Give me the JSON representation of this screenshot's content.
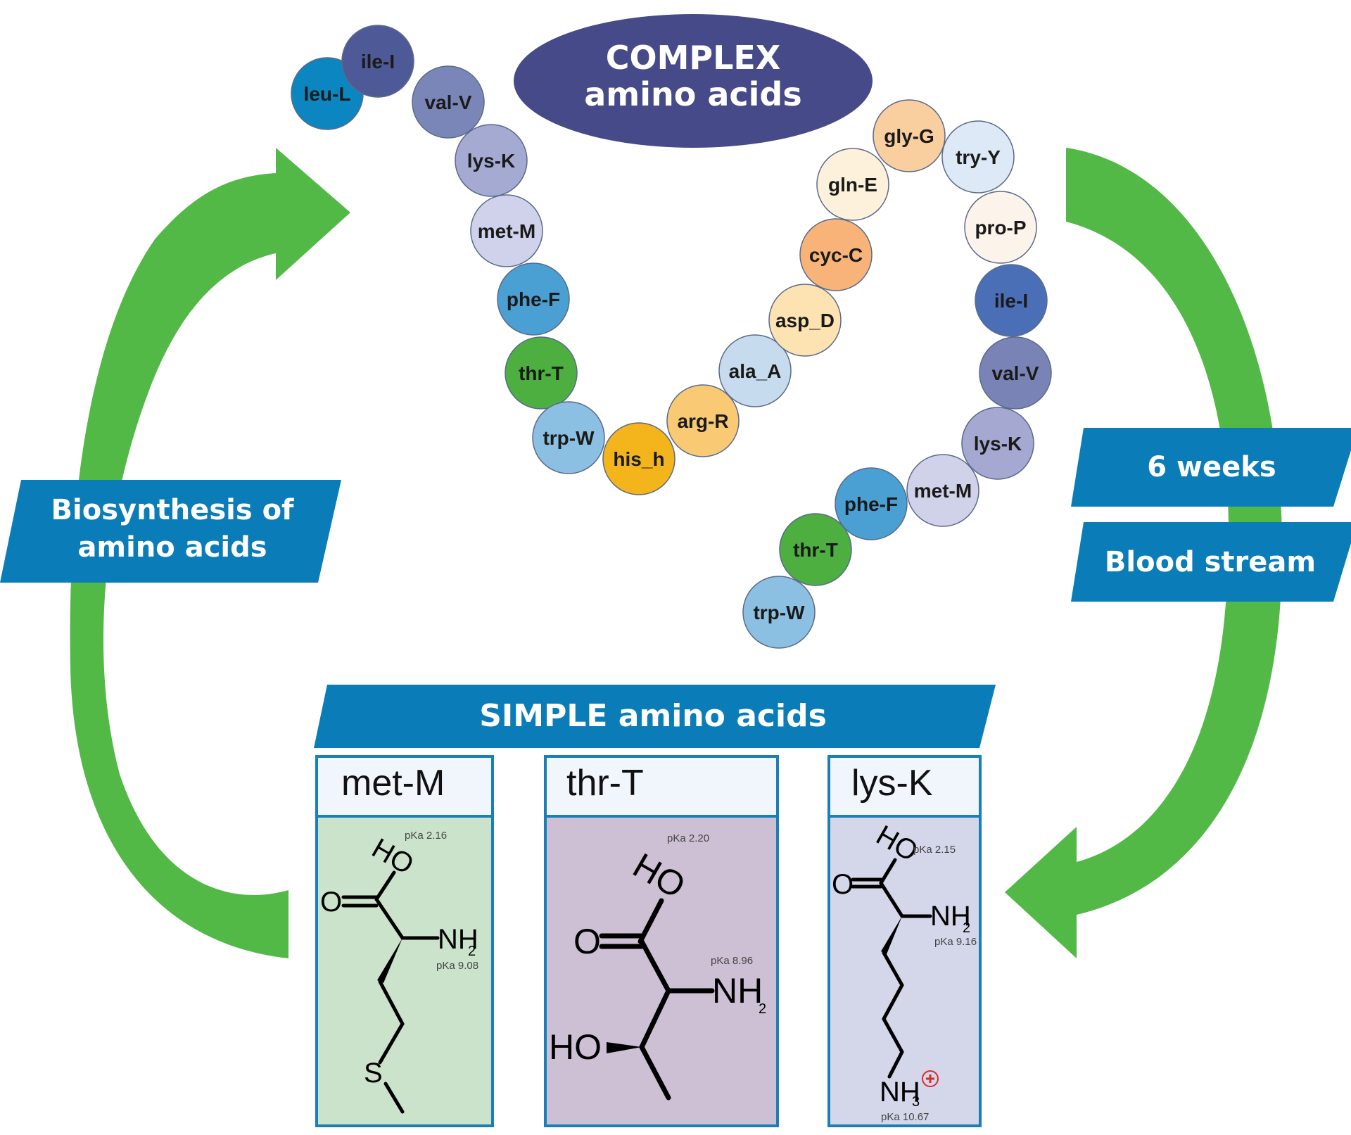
{
  "complex_title": {
    "line1": "COMPLEX",
    "line2": "amino acids"
  },
  "left_label": {
    "line1": "Biosynthesis of",
    "line2": "amino acids"
  },
  "right_labels": {
    "top": "6 weeks",
    "bottom": "Blood stream"
  },
  "simple_title": "SIMPLE amino acids",
  "beads": [
    {
      "label": "leu-L",
      "color": "#0b86c0"
    },
    {
      "label": "ile-I",
      "color": "#4e5a98"
    },
    {
      "label": "val-V",
      "color": "#7b86b8"
    },
    {
      "label": "lys-K",
      "color": "#a4aad2"
    },
    {
      "label": "met-M",
      "color": "#cfd2ea"
    },
    {
      "label": "phe-F",
      "color": "#4aa0d2"
    },
    {
      "label": "thr-T",
      "color": "#4caf3f"
    },
    {
      "label": "trp-W",
      "color": "#8cc0e2"
    },
    {
      "label": "his_h",
      "color": "#f4b41c"
    },
    {
      "label": "arg-R",
      "color": "#f9ca73"
    },
    {
      "label": "ala_A",
      "color": "#c6dcee"
    },
    {
      "label": "asp_D",
      "color": "#fde3b2"
    },
    {
      "label": "cyc-C",
      "color": "#f8b478"
    },
    {
      "label": "gln-E",
      "color": "#fdf1dc"
    },
    {
      "label": "gly-G",
      "color": "#f9cfa0"
    },
    {
      "label": "try-Y",
      "color": "#dde9f6"
    },
    {
      "label": "pro-P",
      "color": "#fcf3ea"
    },
    {
      "label": "ile-I",
      "color": "#4a6fb7"
    },
    {
      "label": "val-V",
      "color": "#7a83b6"
    },
    {
      "label": "lys-K",
      "color": "#a5a8d1"
    },
    {
      "label": "met-M",
      "color": "#d0d2ea"
    },
    {
      "label": "phe-F",
      "color": "#4aa0d2"
    },
    {
      "label": "thr-T",
      "color": "#4caf3f"
    },
    {
      "label": "trp-W",
      "color": "#8cc0e2"
    }
  ],
  "cards": [
    {
      "title": "met-M",
      "bg": "#cce3cb",
      "pka_acid": "pKa 2.16",
      "pka_amine": "pKa 9.08",
      "atoms": {
        "ho": "HO",
        "o": "O",
        "nh": "NH",
        "n_sub": "2",
        "s": "S"
      }
    },
    {
      "title": "thr-T",
      "bg": "#cdbfd4",
      "pka_acid": "pKa 2.20",
      "pka_amine": "pKa 8.96",
      "atoms": {
        "ho": "HO",
        "o": "O",
        "nh": "NH",
        "n_sub": "2",
        "ho2": "HO"
      }
    },
    {
      "title": "lys-K",
      "bg": "#d4d7ea",
      "pka_acid": "pKa 2.15",
      "pka_amine": "pKa 9.16",
      "pka_side": "pKa 10.67",
      "atoms": {
        "ho": "HO",
        "o": "O",
        "nh": "NH",
        "n_sub": "2",
        "nh3": "NH",
        "nh3_sub": "3"
      }
    }
  ],
  "colors": {
    "arrow_green": "#52b947",
    "banner_blue": "#0a7db8",
    "complex_ellipse": "#474a88",
    "card_border": "#1b7fb7",
    "card_header": "#f1f6fc",
    "plus_red": "#d92b2b"
  }
}
